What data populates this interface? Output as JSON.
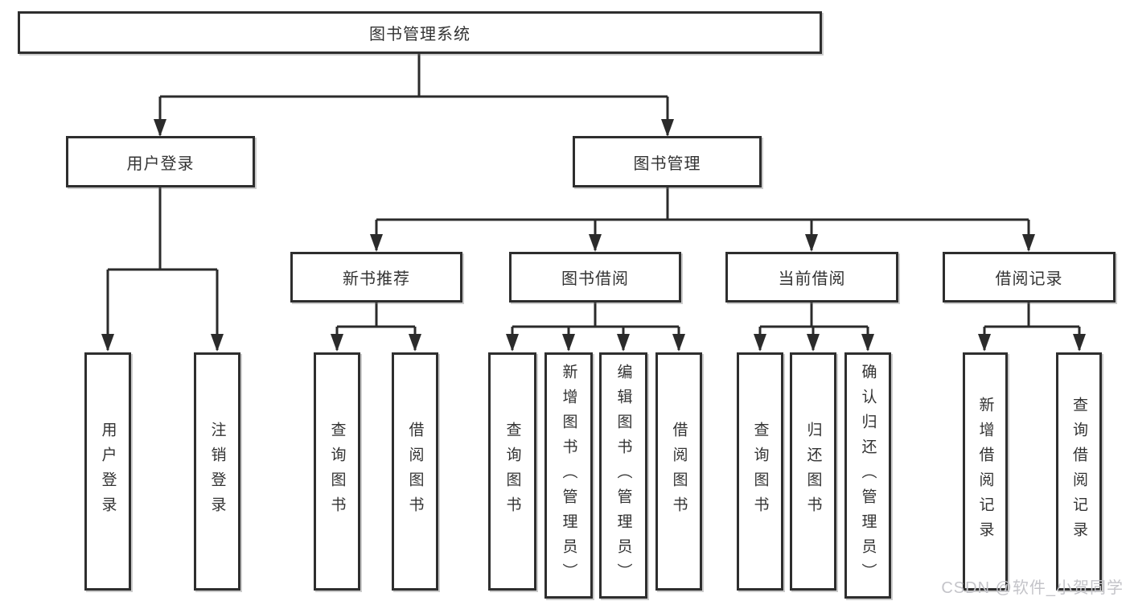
{
  "diagram": {
    "root_label": "图书管理系统",
    "user_branch": {
      "label": "用户登录",
      "children": [
        "用户登录",
        "注销登录"
      ]
    },
    "book_branch": {
      "label": "图书管理",
      "sections": [
        {
          "label": "新书推荐",
          "children": [
            "查询图书",
            "借阅图书"
          ]
        },
        {
          "label": "图书借阅",
          "children": [
            "查询图书",
            "新增图书（管理员）",
            "编辑图书（管理员）",
            "借阅图书"
          ]
        },
        {
          "label": "当前借阅",
          "children": [
            "查询图书",
            "归还图书",
            "确认归还（管理员）"
          ]
        },
        {
          "label": "借阅记录",
          "children": [
            "新增借阅记录",
            "查询借阅记录"
          ]
        }
      ]
    }
  },
  "watermark": "CSDN @软件_小贺同学",
  "colors": {
    "line": "#2b2b2b",
    "box_border": "#2e2e2e",
    "text": "#333333",
    "background": "#ffffff",
    "watermark": "#c4c4c9"
  }
}
